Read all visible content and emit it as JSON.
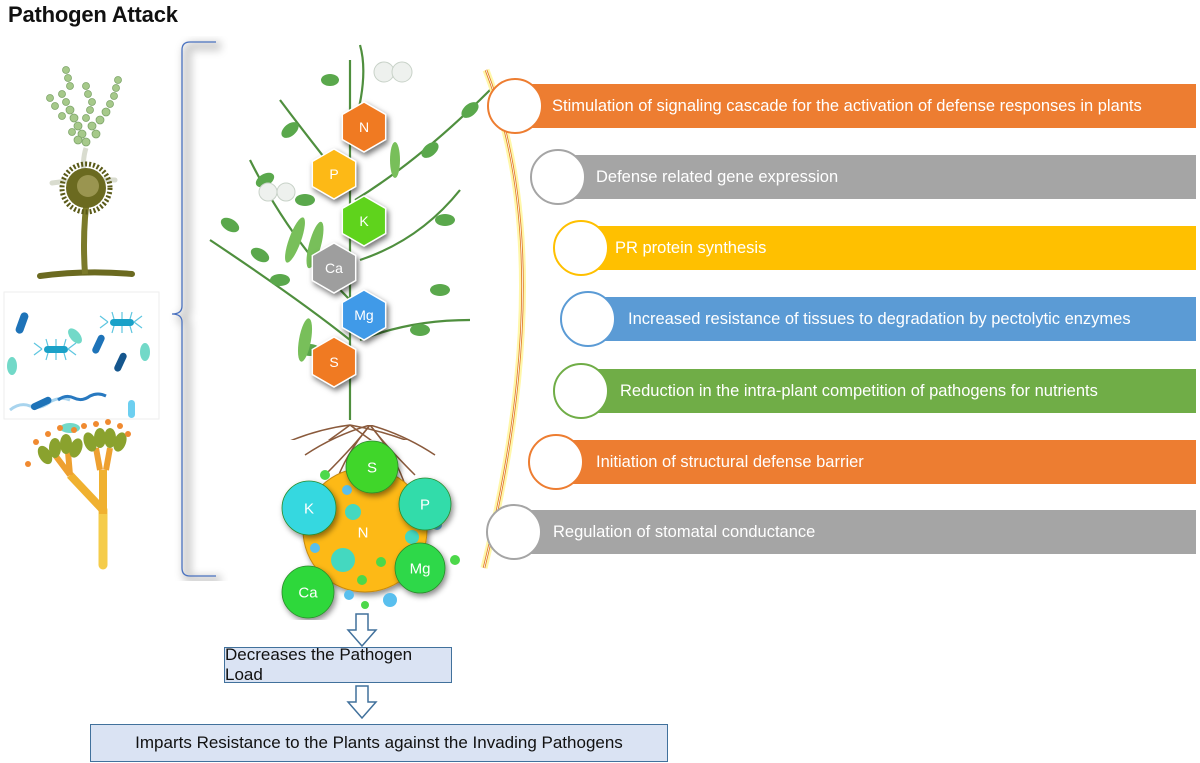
{
  "title": "Pathogen Attack",
  "pathogens": [
    {
      "name": "branched-conidiophore-fungus"
    },
    {
      "name": "aspergillus-fungus"
    },
    {
      "name": "bacteria"
    },
    {
      "name": "penicillium-fungus"
    }
  ],
  "plant_nutrients": [
    {
      "symbol": "N",
      "color": "#f07a22"
    },
    {
      "symbol": "P",
      "color": "#fdb913"
    },
    {
      "symbol": "K",
      "color": "#5fd31c"
    },
    {
      "symbol": "Ca",
      "color": "#9e9e9e"
    },
    {
      "symbol": "Mg",
      "color": "#3f9ae8"
    },
    {
      "symbol": "S",
      "color": "#f07a22"
    }
  ],
  "soil_nutrients": {
    "center": {
      "symbol": "N",
      "color": "#fdb913"
    },
    "balls": [
      {
        "symbol": "S",
        "color": "#3fd62b"
      },
      {
        "symbol": "K",
        "color": "#34d8e0"
      },
      {
        "symbol": "P",
        "color": "#33dcaa"
      },
      {
        "symbol": "Mg",
        "color": "#2ed84a"
      },
      {
        "symbol": "Ca",
        "color": "#2ed83a"
      }
    ]
  },
  "responses": [
    {
      "text": "Stimulation of signaling cascade for the activation of defense responses in plants",
      "color": "#ed7d31"
    },
    {
      "text": "Defense related gene expression",
      "color": "#a5a5a5"
    },
    {
      "text": "PR protein synthesis",
      "color": "#ffc000"
    },
    {
      "text": "Increased resistance of tissues to degradation by pectolytic enzymes",
      "color": "#5b9bd5"
    },
    {
      "text": "Reduction in the intra-plant competition of pathogens for nutrients",
      "color": "#70ad47"
    },
    {
      "text": "Initiation of structural defense barrier",
      "color": "#ed7d31"
    },
    {
      "text": "Regulation of stomatal conductance",
      "color": "#a5a5a5"
    }
  ],
  "flow": {
    "step1": "Decreases the Pathogen Load",
    "step2": "Imparts Resistance to the Plants against the Invading Pathogens"
  }
}
